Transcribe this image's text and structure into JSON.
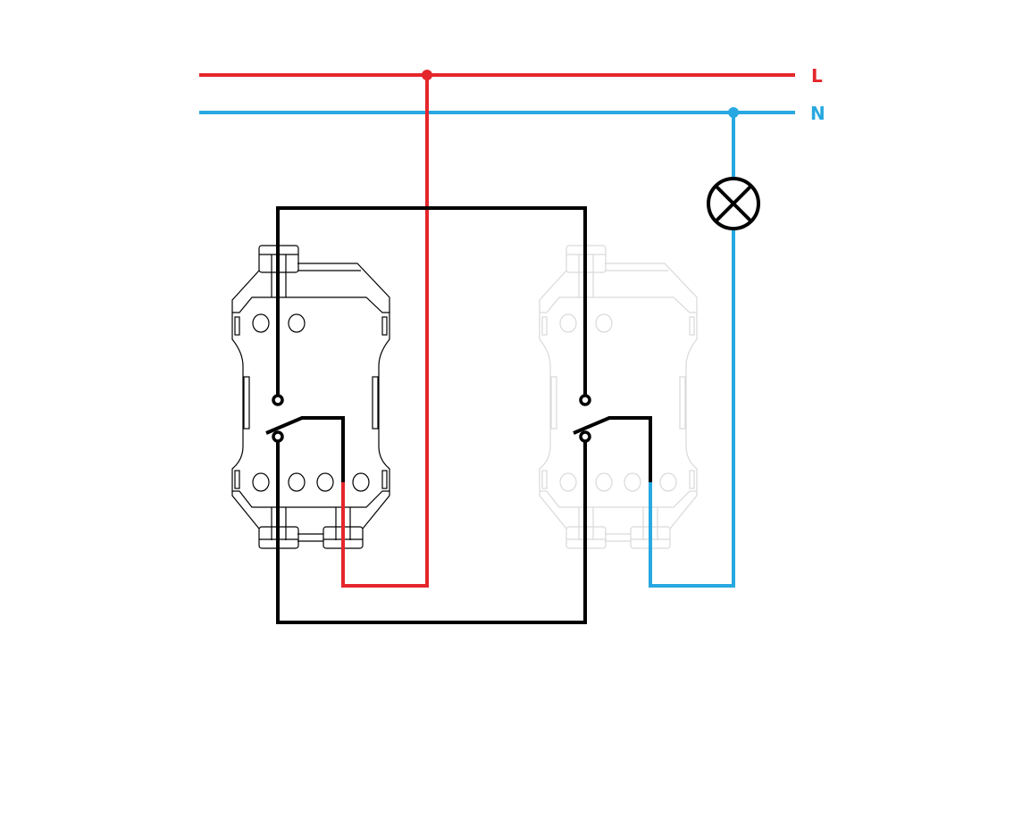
{
  "labels": {
    "live": "L",
    "neutral": "N"
  },
  "colors": {
    "live": "#e5262b",
    "neutral": "#27a8e0",
    "switch_wire": "#000000",
    "active_switch": "#000000",
    "inactive_switch": "#d9d9d9"
  },
  "components": [
    {
      "type": "two-way-switch",
      "state": "active",
      "icon": "switch-body"
    },
    {
      "type": "two-way-switch",
      "state": "faded",
      "icon": "switch-body"
    },
    {
      "type": "lamp",
      "icon": "lamp-symbol"
    }
  ]
}
